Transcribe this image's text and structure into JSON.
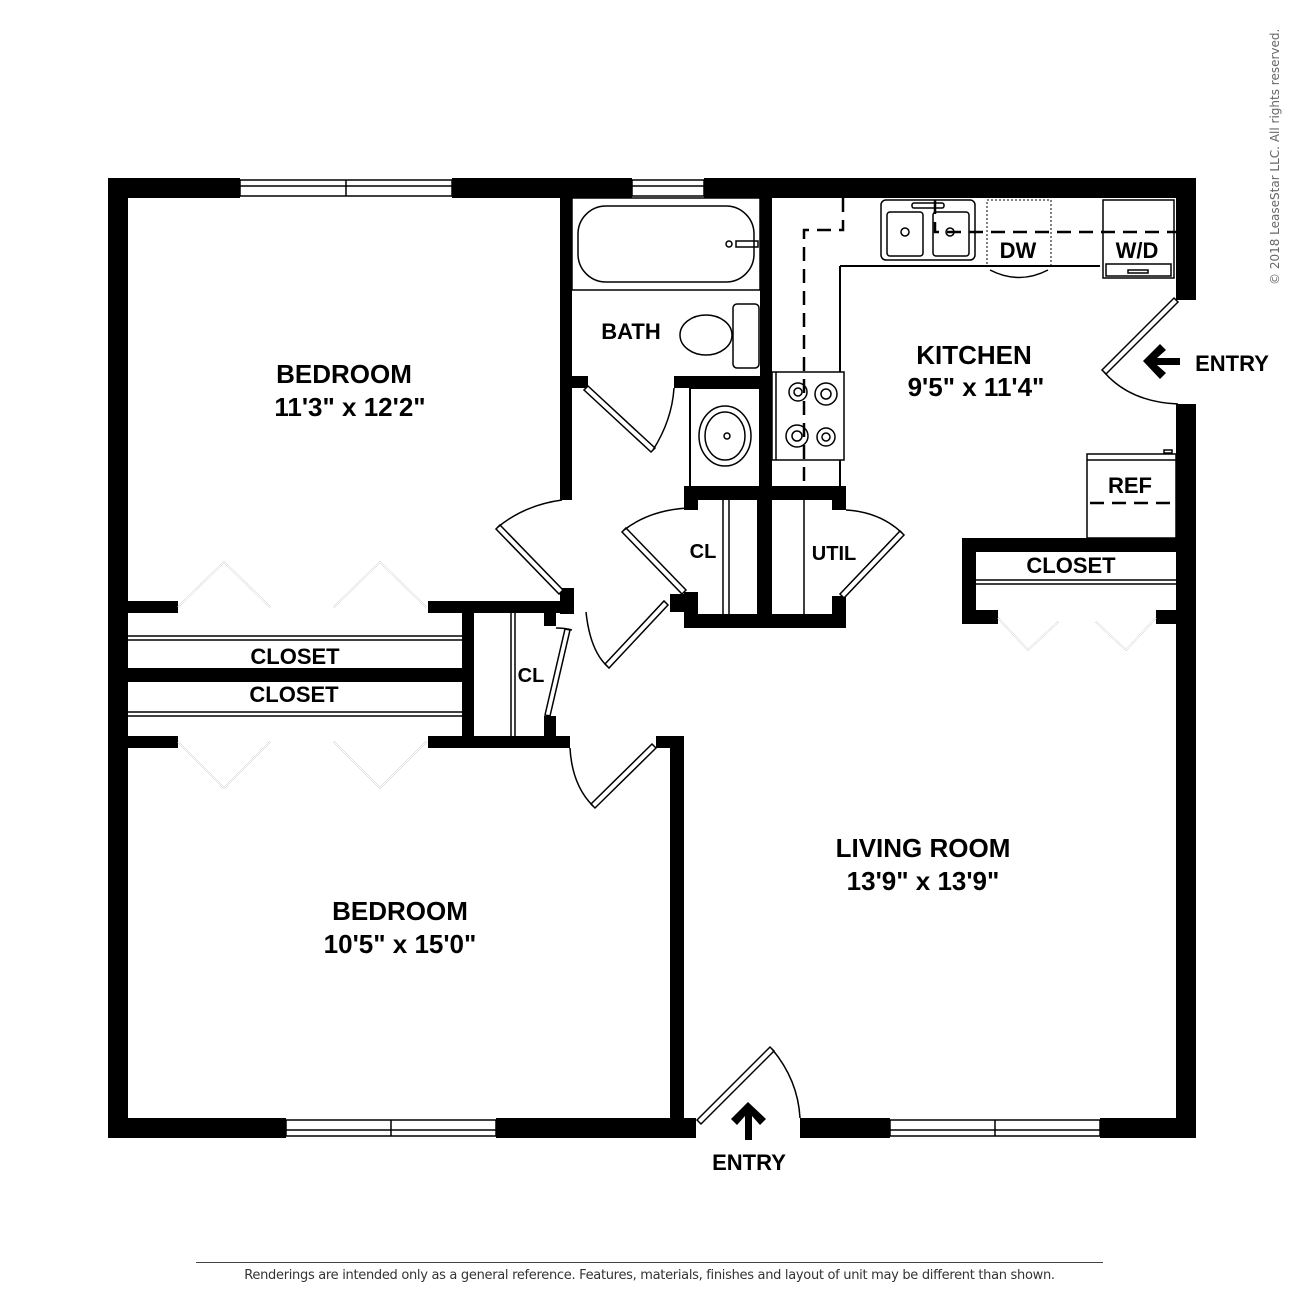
{
  "copyright": "© 2018 LeaseStar LLC. All rights reserved.",
  "disclaimer": "Renderings are intended only as a general reference. Features, materials, finishes and layout of unit may be different than shown.",
  "rooms": {
    "bedroom1": {
      "name": "BEDROOM",
      "dims": "11'3\" x 12'2\""
    },
    "bedroom2": {
      "name": "BEDROOM",
      "dims": "10'5\" x 15'0\""
    },
    "kitchen": {
      "name": "KITCHEN",
      "dims": "9'5\" x 11'4\""
    },
    "living": {
      "name": "LIVING ROOM",
      "dims": "13'9\" x 13'9\""
    },
    "bath": {
      "name": "BATH"
    },
    "closet_bed1": {
      "name": "CLOSET"
    },
    "closet_bed2": {
      "name": "CLOSET"
    },
    "closet_kitchen": {
      "name": "CLOSET"
    },
    "cl_hall": {
      "name": "CL"
    },
    "cl_small": {
      "name": "CL"
    },
    "util": {
      "name": "UTIL"
    }
  },
  "appliances": {
    "dishwasher": "DW",
    "washer_dryer": "W/D",
    "refrigerator": "REF"
  },
  "entries": {
    "side": {
      "label": "ENTRY",
      "arrow": "left-arrow"
    },
    "front": {
      "label": "ENTRY",
      "arrow": "up-arrow"
    }
  },
  "colors": {
    "wall": "#000000",
    "background": "#ffffff",
    "text": "#000000"
  }
}
